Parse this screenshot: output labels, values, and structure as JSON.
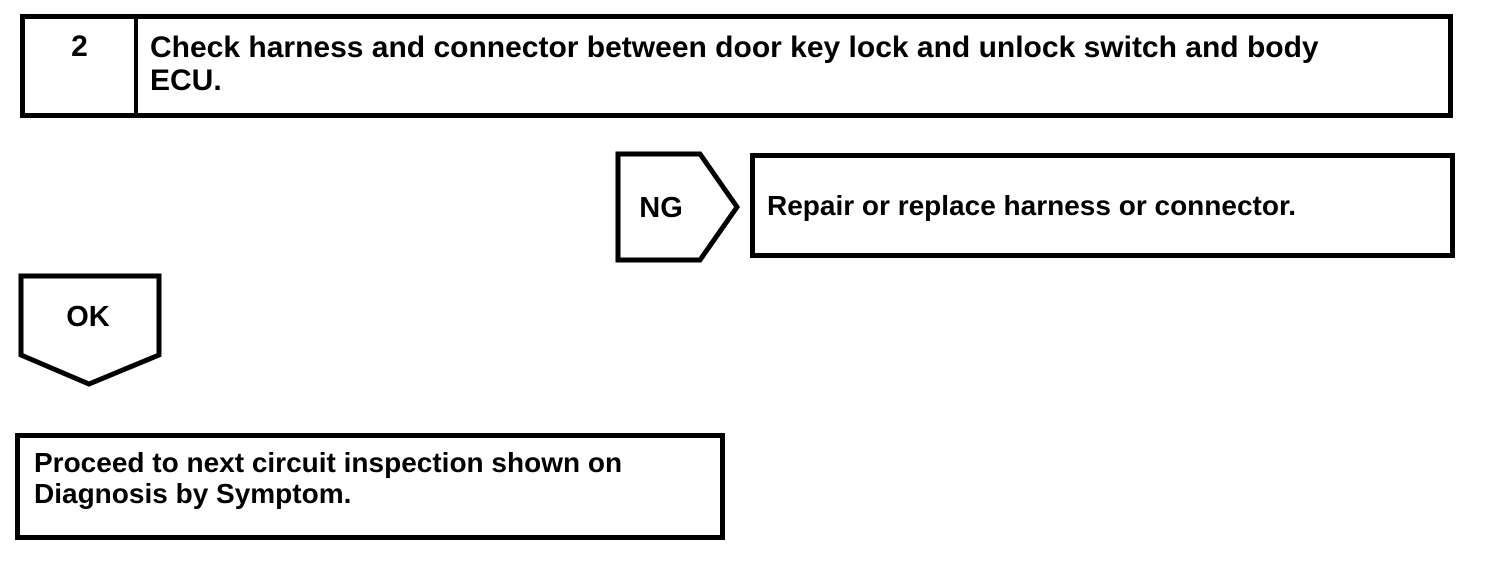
{
  "page": {
    "background_color": "#ffffff",
    "ink_color": "#000000"
  },
  "flowchart": {
    "step_box": {
      "number": "2",
      "instruction": "Check harness and connector between door key lock and unlock switch and body ECU."
    },
    "ng_branch": {
      "label": "NG",
      "result": "Repair or replace harness or connector."
    },
    "ok_branch": {
      "label": "OK",
      "result": "Proceed to next circuit inspection shown on Diagnosis by Symptom."
    }
  }
}
